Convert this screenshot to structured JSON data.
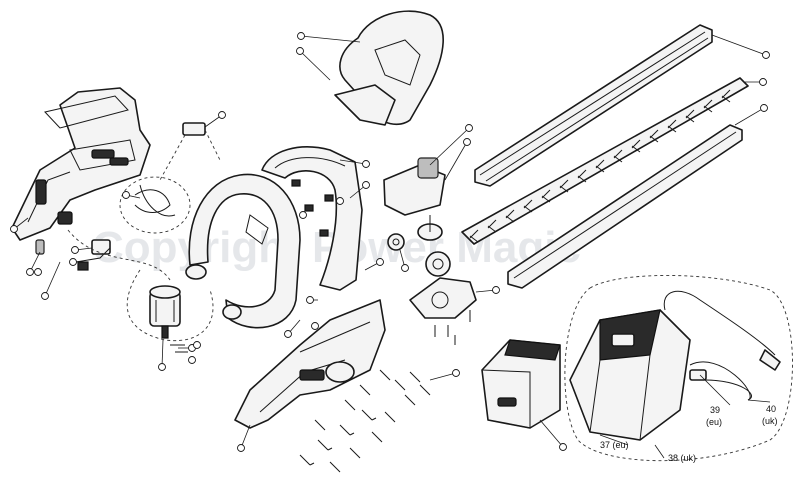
{
  "watermark": "Copyright Power Magic",
  "labels": {
    "kit_eu": "37 (eu)",
    "kit_uk": "38 (uk)",
    "charger_eu_num": "39",
    "charger_eu_tag": "(eu)",
    "charger_uk_num": "40",
    "charger_uk_tag": "(uk)"
  }
}
